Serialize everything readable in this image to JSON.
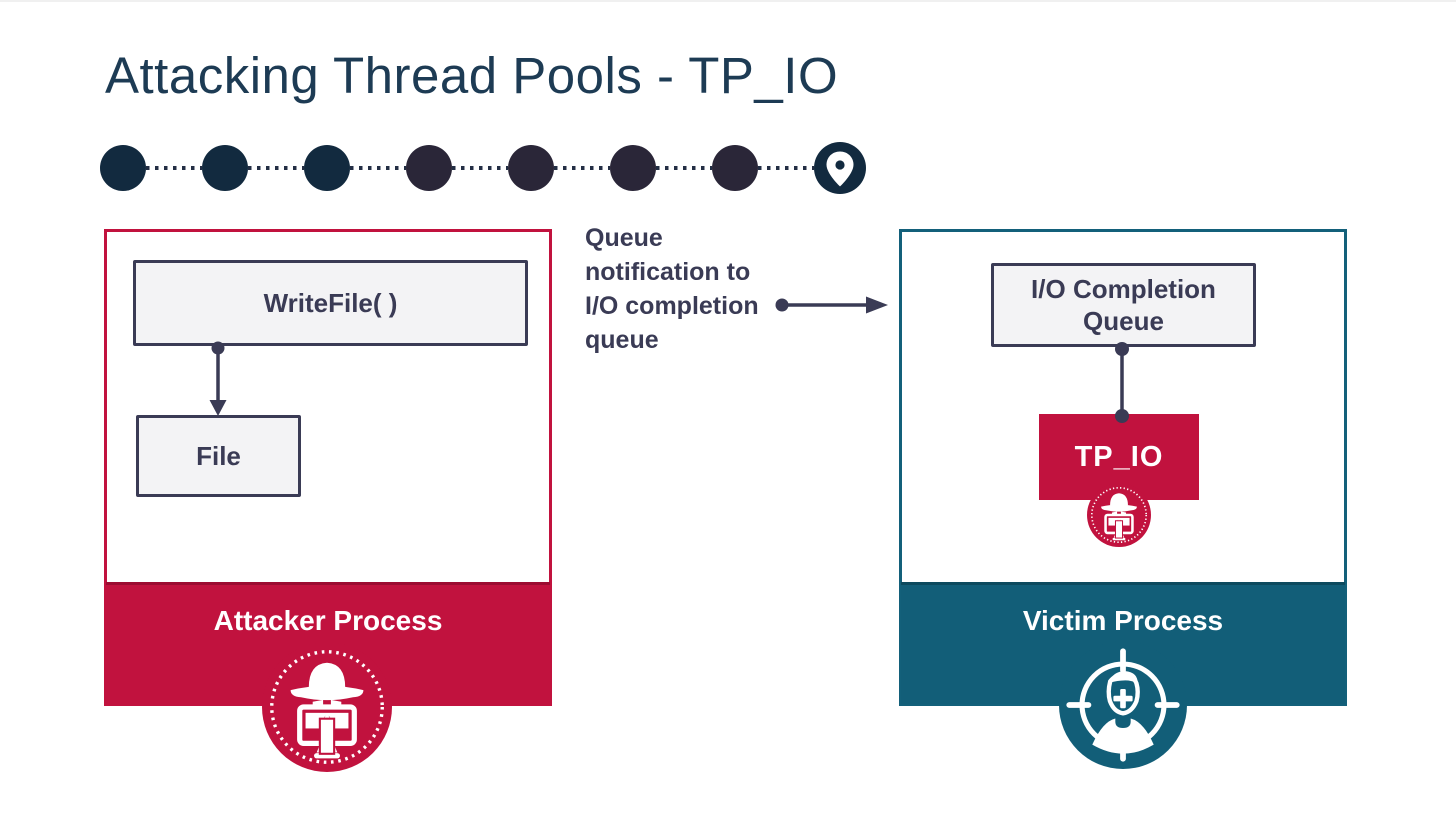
{
  "slide": {
    "title": "Attacking Thread Pools - TP_IO"
  },
  "colors": {
    "crimson": "#c1123e",
    "teal": "#125e78",
    "title_navy": "#1d3b54",
    "ink": "#3a3b55",
    "inner_box_fill": "#f3f3f5",
    "dot_navy": "#122a3f",
    "dot_purple": "#2a2638"
  },
  "progress": {
    "steps_total": 8,
    "current_step": 8,
    "current_step_icon": "location-pin-icon",
    "dots": [
      "#122a3f",
      "#122a3f",
      "#122a3f",
      "#2a2638",
      "#2a2638",
      "#2a2638",
      "#2a2638"
    ],
    "pin_color": "#122a3f"
  },
  "attacker_process": {
    "title": "Attacker Process",
    "write_file_label": "WriteFile( )",
    "file_label": "File",
    "icon": "hacker-icon"
  },
  "victim_process": {
    "title": "Victim Process",
    "io_queue_label": "I/O Completion Queue",
    "tp_io_label": "TP_IO",
    "tp_io_icon": "hacker-icon",
    "icon": "target-victim-icon"
  },
  "annotation": {
    "label": "Queue notification to I/O completion queue"
  }
}
